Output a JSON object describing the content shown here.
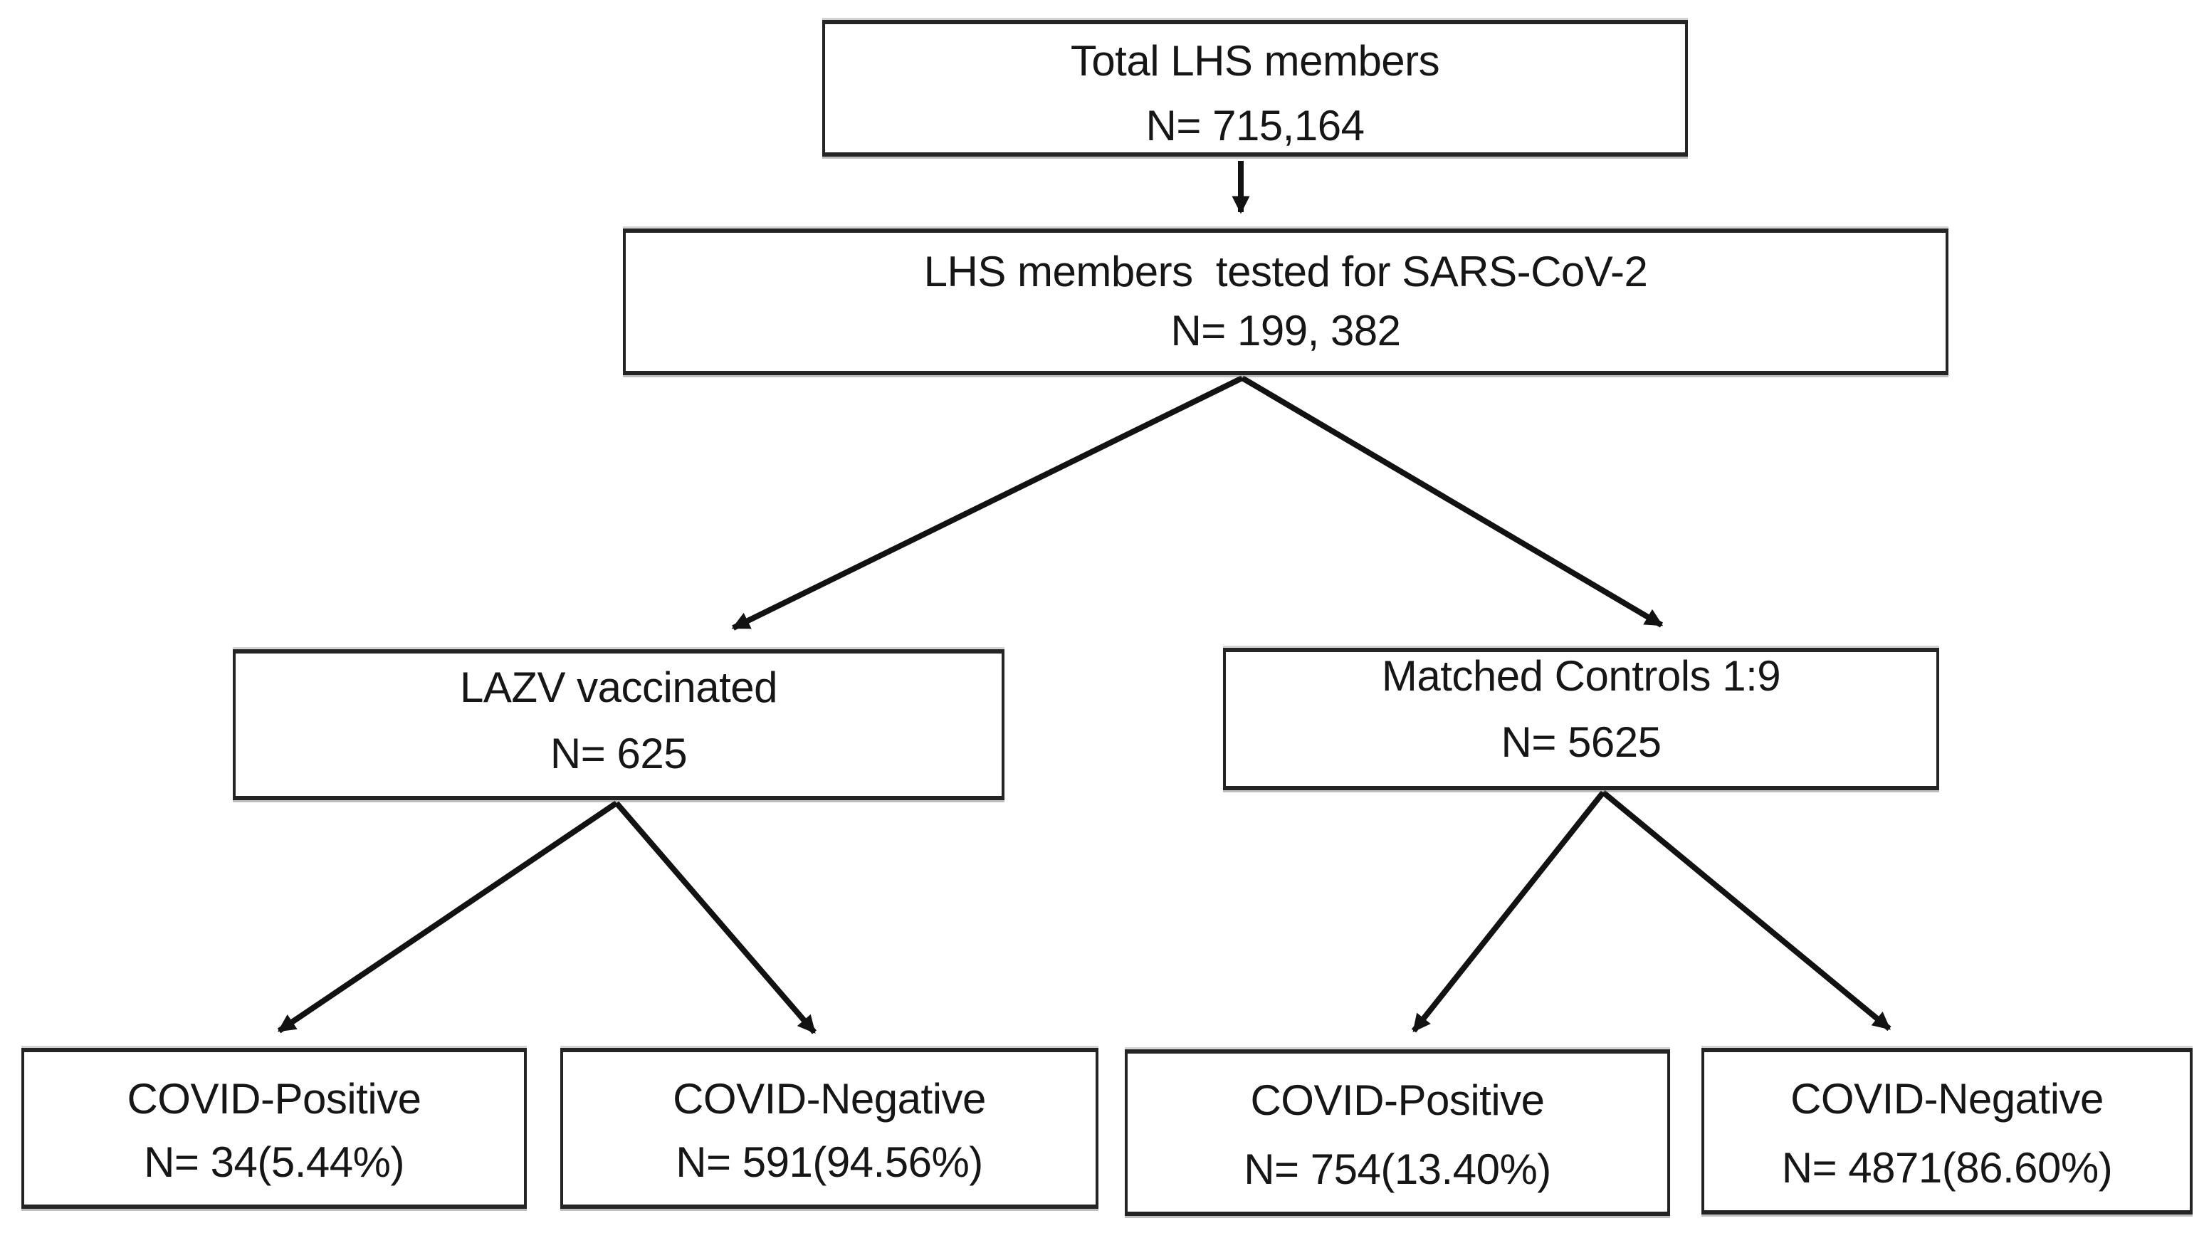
{
  "figure": {
    "background_color": "#ffffff",
    "line_color": "#121212",
    "box_border_color": "#242424",
    "nodes": [
      {
        "id": "total",
        "label": "Total LHS members",
        "value": "N= 715,164"
      },
      {
        "id": "tested",
        "label": "LHS members  tested for SARS-CoV-2",
        "value": "N= 199, 382"
      },
      {
        "id": "vaccinated",
        "label": "LAZV vaccinated",
        "value": "N= 625"
      },
      {
        "id": "controls",
        "label": "Matched Controls 1:9",
        "value": "N= 5625"
      },
      {
        "id": "vacc_pos",
        "label": "COVID-Positive",
        "value": "N= 34(5.44%)"
      },
      {
        "id": "vacc_neg",
        "label": "COVID-Negative",
        "value": "N= 591(94.56%)"
      },
      {
        "id": "ctrl_pos",
        "label": "COVID-Positive",
        "value": "N= 754(13.40%)"
      },
      {
        "id": "ctrl_neg",
        "label": "COVID-Negative",
        "value": "N= 4871(86.60%)"
      }
    ],
    "edges": [
      {
        "from": "total",
        "to": "tested"
      },
      {
        "from": "tested",
        "to": "vaccinated"
      },
      {
        "from": "tested",
        "to": "controls"
      },
      {
        "from": "vaccinated",
        "to": "vacc_pos"
      },
      {
        "from": "vaccinated",
        "to": "vacc_neg"
      },
      {
        "from": "controls",
        "to": "ctrl_pos"
      },
      {
        "from": "controls",
        "to": "ctrl_neg"
      }
    ]
  }
}
